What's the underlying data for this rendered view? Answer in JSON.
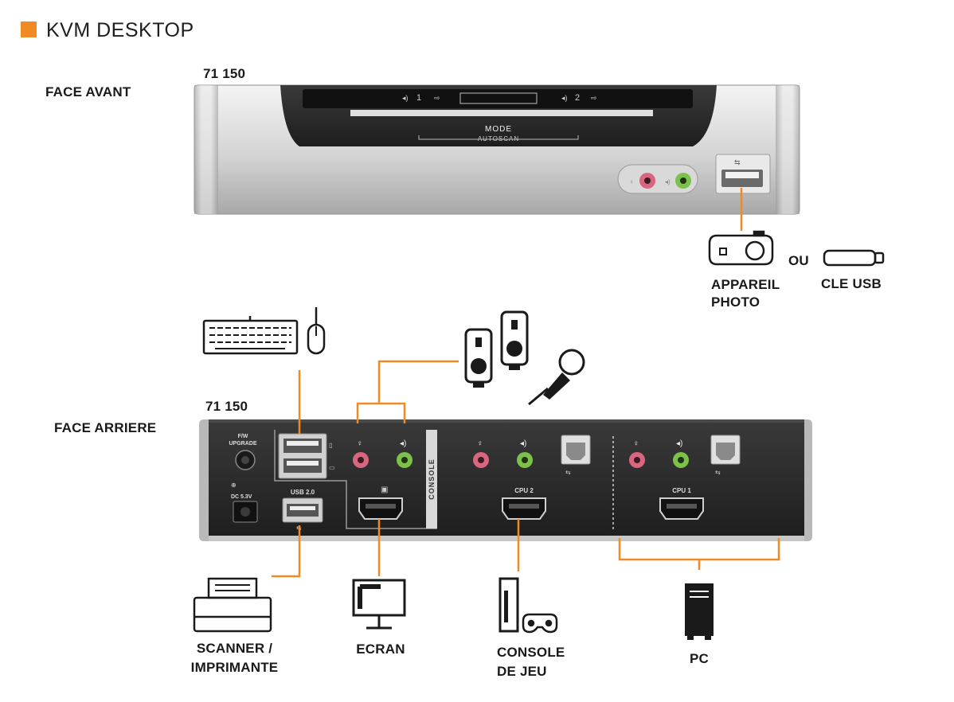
{
  "title": "KVM DESKTOP",
  "colors": {
    "accent": "#f08a24",
    "device_dark": "#2b2b2b",
    "device_silver": "#c9c9c9",
    "audio_pink": "#d9667e",
    "audio_green": "#7cc24a"
  },
  "front": {
    "section_label": "FACE AVANT",
    "model": "71 150",
    "panel": {
      "port1": "1",
      "port2": "2",
      "mode": "MODE",
      "autoscan": "AUTOSCAN"
    },
    "devices": {
      "camera": [
        "APPAREIL",
        "PHOTO"
      ],
      "or": "OU",
      "usb_key": "CLE USB"
    }
  },
  "rear": {
    "section_label": "FACE ARRIERE",
    "model": "71 150",
    "panel": {
      "fw_upgrade": [
        "F/W",
        "UPGRADE"
      ],
      "dc": [
        "DC 5.3V"
      ],
      "usb2": "USB 2.0",
      "console": "CONSOLE",
      "cpu2": "CPU 2",
      "cpu1": "CPU 1"
    },
    "devices": {
      "scanner": [
        "SCANNER /",
        "IMPRIMANTE"
      ],
      "screen": "ECRAN",
      "game_console": [
        "CONSOLE",
        "DE JEU"
      ],
      "pc": "PC"
    }
  }
}
